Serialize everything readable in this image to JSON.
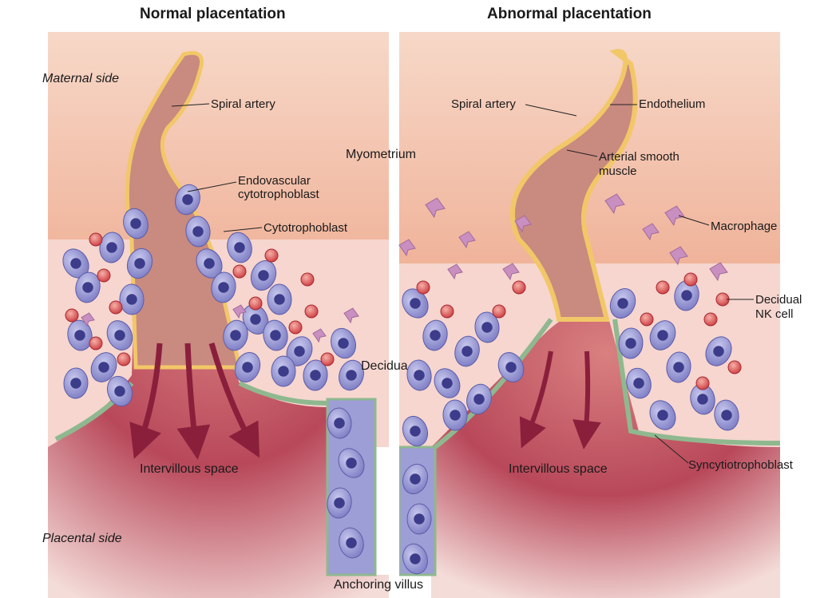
{
  "titles": {
    "left": "Normal placentation",
    "right": "Abnormal placentation"
  },
  "sides": {
    "maternal": "Maternal side",
    "placental": "Placental side"
  },
  "center": {
    "myometrium": "Myometrium",
    "decidua": "Decidua",
    "anchoring_villus": "Anchoring villus"
  },
  "left_panel": {
    "spiral_artery": "Spiral artery",
    "endovascular_1": "Endovascular",
    "endovascular_2": "cytotrophoblast",
    "cytotrophoblast": "Cytotrophoblast",
    "intervillous": "Intervillous space"
  },
  "right_panel": {
    "spiral_artery": "Spiral artery",
    "endothelium": "Endothelium",
    "smooth_1": "Arterial smooth",
    "smooth_2": "muscle",
    "macrophage": "Macrophage",
    "nk_1": "Decidual",
    "nk_2": "NK cell",
    "syncytio": "Syncytiotrophoblast",
    "intervillous": "Intervillous space"
  },
  "colors": {
    "myometrium": "#efb29a",
    "decidua": "#f6d6cf",
    "intervillous": "#b8485a",
    "artery_wall": "#f2c768",
    "cytotrophoblast": "#8f8fd0",
    "nk_cell": "#d8454a",
    "macrophage": "#c98fc0",
    "arrow": "#8a1f3c",
    "syncytio": "#8fb88f"
  }
}
